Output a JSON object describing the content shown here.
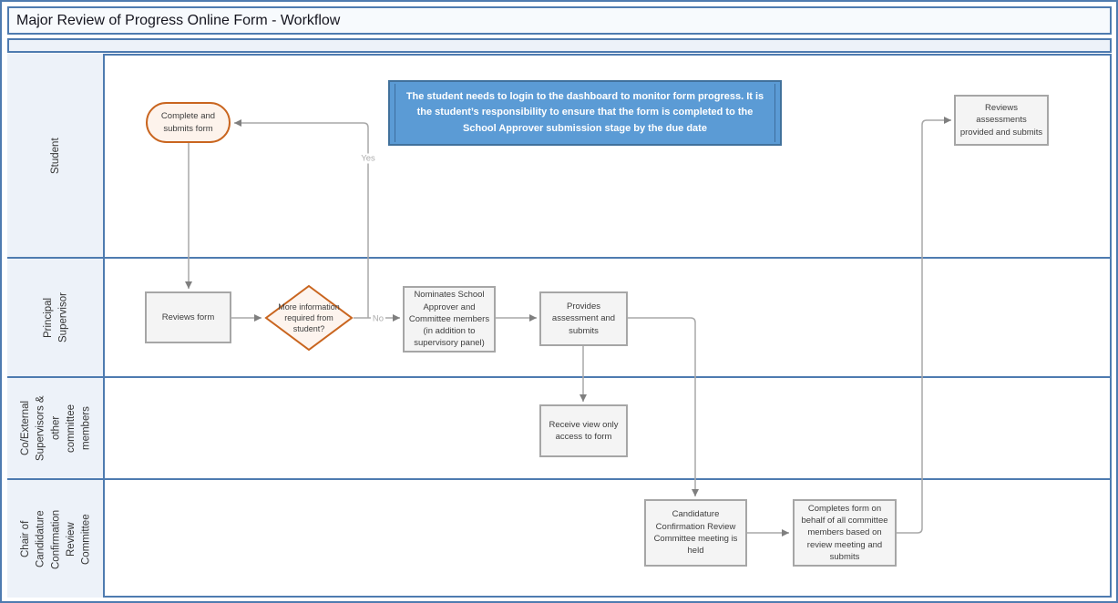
{
  "title": "Major Review of Progress Online Form - Workflow",
  "lanes": [
    {
      "label": "Student"
    },
    {
      "label": "Principal Supervisor"
    },
    {
      "label": "Co/External Supervisors & other committee members"
    },
    {
      "label": "Chair of Candidature Confirmation Review Committee"
    }
  ],
  "nodes": {
    "complete_and_submits": {
      "type": "terminator",
      "lane": "Student",
      "label": "Complete and submits form"
    },
    "student_note": {
      "type": "note",
      "lane": "Student",
      "label": "The student needs to login to the dashboard to monitor form progress. It is the student’s responsibility to ensure that the form is completed to the School Approver submission stage by the due date"
    },
    "reviews_assessments": {
      "type": "process",
      "lane": "Student",
      "label": "Reviews assessments provided and submits"
    },
    "reviews_form": {
      "type": "process",
      "lane": "Principal Supervisor",
      "label": "Reviews form"
    },
    "more_info_decision": {
      "type": "decision",
      "lane": "Principal Supervisor",
      "label": "More information required from student?"
    },
    "nominates_approver": {
      "type": "process",
      "lane": "Principal Supervisor",
      "label": "Nominates School Approver and Committee members (in addition to supervisory panel)"
    },
    "provides_assessment": {
      "type": "process",
      "lane": "Principal Supervisor",
      "label": "Provides assessment and submits"
    },
    "receive_view_only": {
      "type": "process",
      "lane": "Co/External Supervisors & other committee members",
      "label": "Receive view only access to form"
    },
    "ccrc_meeting": {
      "type": "process",
      "lane": "Chair of Candidature Confirmation Review Committee",
      "label": "Candidature Confirmation Review Committee meeting is held"
    },
    "completes_form": {
      "type": "process",
      "lane": "Chair of Candidature Confirmation Review Committee",
      "label": "Completes form on behalf of all committee members based on review meeting and submits"
    }
  },
  "connector_labels": {
    "yes": "Yes",
    "no": "No"
  },
  "colors": {
    "frame_blue": "#4e7bb0",
    "lane_fill": "#edf2f9",
    "note_fill": "#5b9bd5",
    "note_border": "#41719c",
    "shape_orange": "#c9651f",
    "shape_orange_fill": "#fdf3ec",
    "process_border": "#a6a6a6",
    "process_fill": "#f4f4f4",
    "connector_gray": "#a8a8a8"
  }
}
